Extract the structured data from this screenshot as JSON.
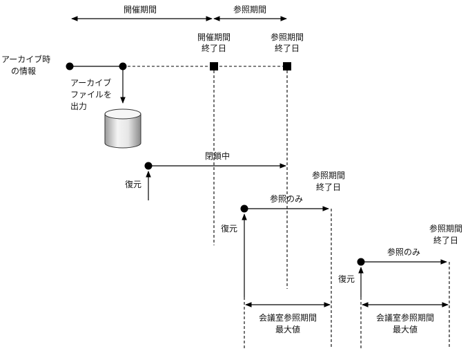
{
  "labels": {
    "period_holding": "開催期間",
    "period_reference": "参照期間",
    "end_holding_line1": "開催期間",
    "end_holding_line2": "終了日",
    "end_reference_line1": "参照期間",
    "end_reference_line2": "終了日",
    "archive_info_line1": "アーカイブ時",
    "archive_info_line2": "の情報",
    "archive_output_line1": "アーカイブ",
    "archive_output_line2": "ファイルを",
    "archive_output_line3": "出力",
    "closed": "閉鎖中",
    "restore_1": "復元",
    "restore_2": "復元",
    "restore_3": "復元",
    "ref_only_1": "参照のみ",
    "ref_only_2": "参照のみ",
    "end_ref_2_line1": "参照期間",
    "end_ref_2_line2": "終了日",
    "end_ref_3_line1": "参照期間",
    "end_ref_3_line2": "終了日",
    "max_1_line1": "会議室参照期間",
    "max_1_line2": "最大値",
    "max_2_line1": "会議室参照期間",
    "max_2_line2": "最大値"
  }
}
